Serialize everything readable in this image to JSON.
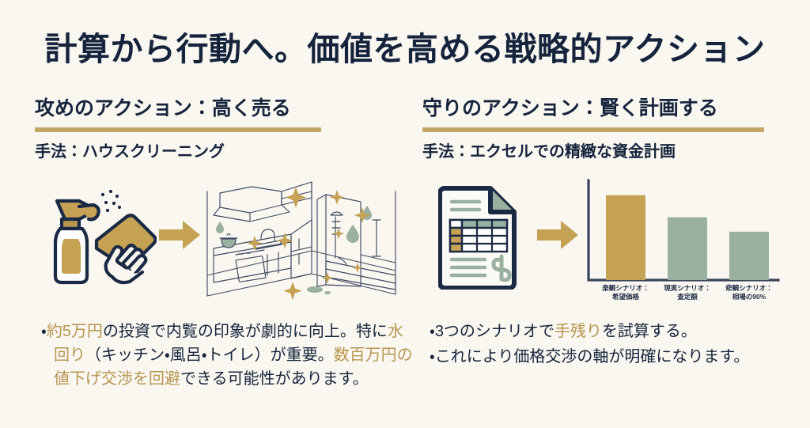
{
  "slide": {
    "background_color": "#faf7f1",
    "title": "計算から行動へ。価値を高める戦略的アクション",
    "navy": "#15243c",
    "gold": "#c6a667",
    "sage": "#9ab0a0",
    "highlight_color": "#b79550"
  },
  "left_column": {
    "heading": "攻めのアクション：高く売る",
    "method_label": "手法：ハウスクリーニング",
    "illustration": {
      "before_icon": "spray-bottle-and-cleaning-glove-icon",
      "arrow_icon": "right-arrow-icon",
      "after_icon": "sparkling-clean-kitchen-bathroom-illustration"
    },
    "bullets": [
      {
        "segments": [
          {
            "text": "約5万円",
            "highlight": true
          },
          {
            "text": "の投資で内覧の印象が劇的に向上。",
            "highlight": false
          },
          {
            "text": "特に",
            "highlight": false
          },
          {
            "text": "水回り",
            "highlight": true
          },
          {
            "text": "（キッチン・風呂・トイレ）が重要。",
            "highlight": false
          },
          {
            "text": "数百万円の値下げ交渉を回避",
            "highlight": true
          },
          {
            "text": "できる可能性があります。",
            "highlight": false
          }
        ]
      }
    ]
  },
  "right_column": {
    "heading": "守りのアクション：賢く計画する",
    "method_label": "手法：エクセルでの精緻な資金計画",
    "illustration": {
      "before_icon": "spreadsheet-document-icon",
      "arrow_icon": "right-arrow-icon",
      "after_icon": "three-bar-scenario-chart"
    },
    "bullets": [
      {
        "segments": [
          {
            "text": "3つのシナリオで",
            "highlight": false
          },
          {
            "text": "手残り",
            "highlight": true
          },
          {
            "text": "を試算する。",
            "highlight": false
          }
        ]
      },
      {
        "segments": [
          {
            "text": "これにより価格交渉の軸が明確になります。",
            "highlight": false
          }
        ]
      }
    ]
  },
  "chart_data": {
    "type": "bar",
    "title": "",
    "categories": [
      "楽観シナリオ：\n希望価格",
      "現実シナリオ：\n査定額",
      "悲観シナリオ：\n相場の90%"
    ],
    "category_lines": [
      [
        "楽観シナリオ：",
        "希望価格"
      ],
      [
        "現実シナリオ：",
        "査定額"
      ],
      [
        "悲観シナリオ：",
        "相場の90%"
      ]
    ],
    "values": [
      100,
      74,
      57
    ],
    "colors": [
      "#c6a255",
      "#9ab0a0",
      "#9ab0a0"
    ],
    "ylim": [
      0,
      110
    ],
    "xlabel": "",
    "ylabel": "",
    "grid": false,
    "legend": "none"
  }
}
